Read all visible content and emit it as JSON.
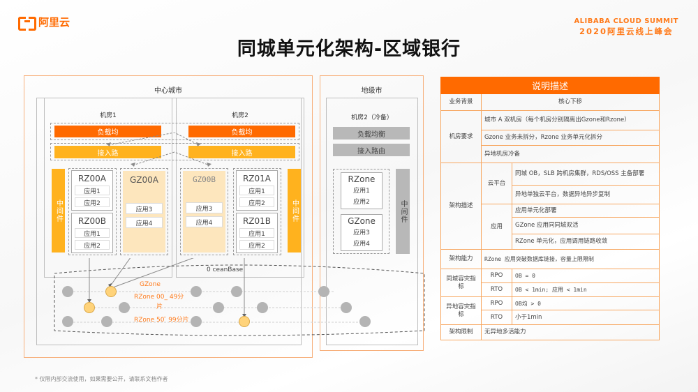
{
  "header": {
    "logo_text": "阿里云",
    "summit_en": "ALIBABA CLOUD SUMMIT",
    "summit_cn": "2020阿里云线上峰会",
    "title": "同城单元化架构-区域银行",
    "brand_color": "#ff6a00"
  },
  "diagram": {
    "center_city": {
      "label": "中心城市",
      "room1": {
        "label": "机房1",
        "load_balancer": "负载均",
        "access_router": "接入路",
        "middleware": "中间件",
        "rzones": [
          {
            "name": "RZ00A",
            "apps": [
              "应用1",
              "应用2"
            ]
          },
          {
            "name": "RZ00B",
            "apps": [
              "应用1",
              "应用2"
            ]
          }
        ],
        "gzone": {
          "name": "GZ00A",
          "apps": [
            "应用3",
            "应用4"
          ]
        }
      },
      "room2": {
        "label": "机房2",
        "load_balancer": "负载均",
        "access_router": "接入路",
        "middleware": "中间件",
        "gzone": {
          "name": "GZ00B",
          "apps": [
            "应用3",
            "应用4"
          ]
        },
        "rzones": [
          {
            "name": "RZ01A",
            "apps": [
              "应用1",
              "应用2"
            ]
          },
          {
            "name": "RZ01B",
            "apps": [
              "应用1",
              "应用2"
            ]
          }
        ]
      }
    },
    "prefecture_city": {
      "label": "地级市",
      "room": {
        "label": "机房2（冷备）",
        "load_balancer": "负载均衡",
        "access_router": "接入路由",
        "middleware": "中间件",
        "rzone": {
          "name": "RZone",
          "apps": [
            "应用1",
            "应用2"
          ]
        },
        "gzone": {
          "name": "GZone",
          "apps": [
            "应用3",
            "应用4"
          ]
        }
      }
    },
    "oceanbase": {
      "label": "0 ceanBase",
      "gzone_label": "GZone",
      "rzone_a_label": "RZone 00_ 49分",
      "rzone_a_label2": "片",
      "rzone_b_label": "RZone 50 ̄ 99分片"
    }
  },
  "table": {
    "title": "说明描述",
    "rows": {
      "bg": {
        "label": "业务背景",
        "value": "核心下移"
      },
      "room": {
        "label": "机房要求",
        "items": [
          "城市 A 双机房（每个机房分别隔离出Gzone和Rzone）",
          "Gzone 业务未拆分，Rzone 业务单元化拆分",
          "异地机房冷备"
        ]
      },
      "arch": {
        "label": "架构描述",
        "cloud": {
          "label": "云平台",
          "items": [
            "同城 OB，SLB 跨机房集群，RDS/OSS 主备部署",
            "异地单独云平台，数据异地异步复制"
          ]
        },
        "app": {
          "label": "应用",
          "items": [
            "应用单元化部署",
            "GZone 应用同同城双活",
            "RZone 单元化，应用调用链路收敛"
          ]
        }
      },
      "capability": {
        "label": "架构能力",
        "value": "RZone 应用突破数据库链接，容量上限限制"
      },
      "same_city": {
        "label": "同城容灾指标",
        "rpo_label": "RPO",
        "rpo": "OB = 0",
        "rto_label": "RTO",
        "rto": "OB < 1min; 应用 < 1min"
      },
      "remote": {
        "label": "异地容灾指标",
        "rpo_label": "RPO",
        "rpo": "OB均 > 0",
        "rto_label": "RTO",
        "rto": "小于1min"
      },
      "limit": {
        "label": "架构限制",
        "value": "无异地多活能力"
      }
    }
  },
  "footnote": "* 仅限内部交流使用，如果需要公开，请联系文档作者"
}
